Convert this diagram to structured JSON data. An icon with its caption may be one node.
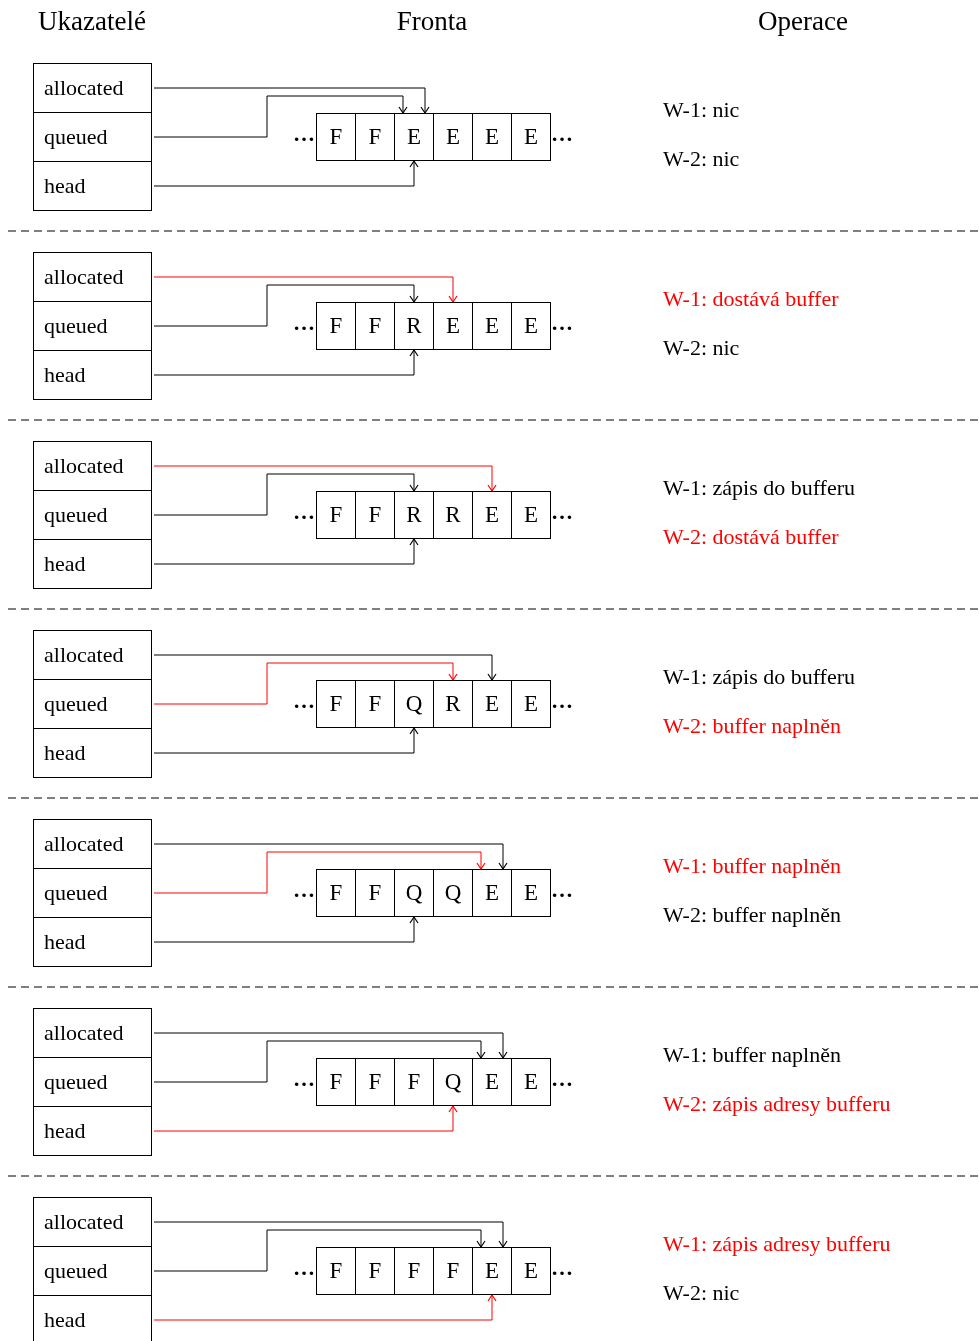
{
  "diagram": {
    "nodes": [
      {
        "text": [
          "allocated"
        ]
      },
      {
        "text": [
          "queued"
        ]
      },
      {
        "text": [
          "head"
        ]
      },
      {
        "text": [
          "F"
        ]
      },
      {
        "text": [
          "F"
        ]
      },
      {
        "text": [
          "E"
        ]
      },
      {
        "text": [
          "E"
        ]
      },
      {
        "text": [
          "E"
        ]
      },
      {
        "text": [
          "E"
        ]
      },
      {
        "text": [
          "allocated"
        ]
      },
      {
        "text": [
          "queued"
        ]
      },
      {
        "text": [
          "head"
        ]
      },
      {
        "text": [
          "F"
        ]
      },
      {
        "text": [
          "F"
        ]
      },
      {
        "text": [
          "R"
        ]
      },
      {
        "text": [
          "E"
        ]
      },
      {
        "text": [
          "E"
        ]
      },
      {
        "text": [
          "E"
        ]
      },
      {
        "text": [
          "allocated"
        ]
      },
      {
        "text": [
          "queued"
        ]
      },
      {
        "text": [
          "head"
        ]
      },
      {
        "text": [
          "F"
        ]
      },
      {
        "text": [
          "F"
        ]
      },
      {
        "text": [
          "R"
        ]
      },
      {
        "text": [
          "R"
        ]
      },
      {
        "text": [
          "E"
        ]
      },
      {
        "text": [
          "E"
        ]
      },
      {
        "text": [
          "allocated"
        ]
      },
      {
        "text": [
          "queued"
        ]
      },
      {
        "text": [
          "head"
        ]
      },
      {
        "text": [
          "F"
        ]
      },
      {
        "text": [
          "F"
        ]
      },
      {
        "text": [
          "Q"
        ]
      },
      {
        "text": [
          "R"
        ]
      },
      {
        "text": [
          "E"
        ]
      },
      {
        "text": [
          "E"
        ]
      },
      {
        "text": [
          "allocated"
        ]
      },
      {
        "text": [
          "queued"
        ]
      },
      {
        "text": [
          "head"
        ]
      },
      {
        "text": [
          "F"
        ]
      },
      {
        "text": [
          "F"
        ]
      },
      {
        "text": [
          "Q"
        ]
      },
      {
        "text": [
          "Q"
        ]
      },
      {
        "text": [
          "E"
        ]
      },
      {
        "text": [
          "E"
        ]
      },
      {
        "text": [
          "allocated"
        ]
      },
      {
        "text": [
          "queued"
        ]
      },
      {
        "text": [
          "head"
        ]
      },
      {
        "text": [
          "F"
        ]
      },
      {
        "text": [
          "F"
        ]
      },
      {
        "text": [
          "F"
        ]
      },
      {
        "text": [
          "Q"
        ]
      },
      {
        "text": [
          "E"
        ]
      },
      {
        "text": [
          "E"
        ]
      },
      {
        "text": [
          "allocated"
        ]
      },
      {
        "text": [
          "queued"
        ]
      },
      {
        "text": [
          "head"
        ]
      },
      {
        "text": [
          "F"
        ]
      },
      {
        "text": [
          "F"
        ]
      },
      {
        "text": [
          "F"
        ]
      },
      {
        "text": [
          "F"
        ]
      },
      {
        "text": [
          "E"
        ]
      },
      {
        "text": [
          "E"
        ]
      }
    ],
    "edges": [
      {
        "from": 0,
        "to": 5,
        "arrow": "to"
      },
      {
        "from": 1,
        "to": 5,
        "arrow": "to"
      },
      {
        "from": 2,
        "to": 5,
        "arrow": "to"
      },
      {
        "from": 9,
        "to": 15,
        "arrow": "to",
        "color": "#ff0000"
      },
      {
        "from": 10,
        "to": 14,
        "arrow": "to"
      },
      {
        "from": 11,
        "to": 14,
        "arrow": "to"
      },
      {
        "from": 18,
        "to": 25,
        "arrow": "to",
        "color": "#ff0000"
      },
      {
        "from": 19,
        "to": 23,
        "arrow": "to"
      },
      {
        "from": 20,
        "to": 23,
        "arrow": "to"
      },
      {
        "from": 27,
        "to": 34,
        "arrow": "to"
      },
      {
        "from": 28,
        "to": 33,
        "arrow": "to",
        "color": "#ff0000"
      },
      {
        "from": 29,
        "to": 32,
        "arrow": "to"
      },
      {
        "from": 36,
        "to": 43,
        "arrow": "to"
      },
      {
        "from": 37,
        "to": 43,
        "arrow": "to",
        "color": "#ff0000"
      },
      {
        "from": 38,
        "to": 41,
        "arrow": "to"
      },
      {
        "from": 45,
        "to": 52,
        "arrow": "to"
      },
      {
        "from": 46,
        "to": 52,
        "arrow": "to"
      },
      {
        "from": 47,
        "to": 51,
        "arrow": "to",
        "color": "#ff0000"
      },
      {
        "from": 54,
        "to": 61,
        "arrow": "to"
      },
      {
        "from": 55,
        "to": 61,
        "arrow": "to"
      },
      {
        "from": 56,
        "to": 61,
        "arrow": "to",
        "color": "#ff0000"
      }
    ],
    "labels": [
      "Ukazatelé",
      "Fronta",
      "Operace",
      "…",
      "…",
      "W-1: nic",
      "W-2: nic",
      "…",
      "…",
      "W-1: dostává buffer",
      "W-2: nic",
      "…",
      "…",
      "W-1: zápis do bufferu",
      "W-2: dostává buffer",
      "…",
      "…",
      "W-1: zápis do bufferu",
      "W-2: buffer naplněn",
      "…",
      "…",
      "W-1: buffer naplněn",
      "W-2: buffer naplněn",
      "…",
      "…",
      "W-1: buffer naplněn",
      "W-2: zápis adresy bufferu",
      "…",
      "…",
      "W-1: zápis adresy bufferu",
      "W-2: nic"
    ]
  }
}
